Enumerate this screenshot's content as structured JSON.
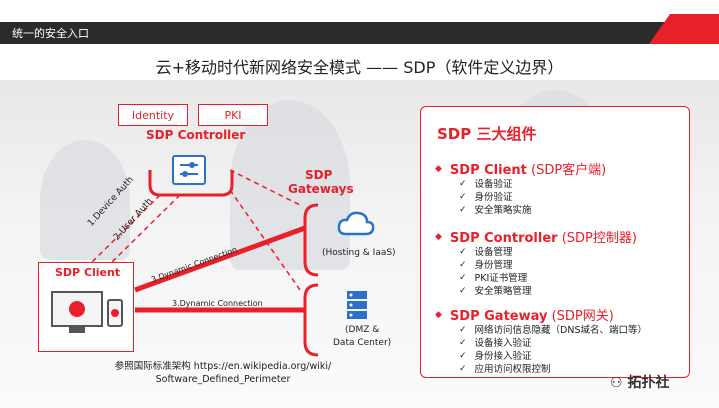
{
  "header": {
    "title": "统一的安全入口"
  },
  "slide": {
    "title": "云+移动时代新网络安全模式 —— SDP（软件定义边界）"
  },
  "diagram": {
    "identity": "Identity",
    "pki": "PKI",
    "controller": "SDP Controller",
    "gateways_line1": "SDP",
    "gateways_line2": "Gateways",
    "client": "SDP Client",
    "device_auth": "1.Device Auth",
    "user_auth": "2.User Auth",
    "dyn_conn_1": "3.Dynamic Connection",
    "dyn_conn_2": "3.Dynamic Connection",
    "hosting": "(Hosting & IaaS)",
    "dmz_line1": "(DMZ &",
    "dmz_line2": "Data Center)"
  },
  "panel": {
    "title": "SDP 三大组件",
    "groups": [
      {
        "name": "SDP Client",
        "suffix": " (SDP客户端)",
        "items": [
          "设备验证",
          "身份验证",
          "安全策略实施"
        ]
      },
      {
        "name": "SDP Controller",
        "suffix": " (SDP控制器)",
        "items": [
          "设备管理",
          "身份管理",
          "PKI证书管理",
          "安全策略管理"
        ]
      },
      {
        "name": "SDP Gateway",
        "suffix": " (SDP网关)",
        "items": [
          "网络访问信息隐藏（DNS域名、端口等）",
          "设备接入验证",
          "身份接入验证",
          "应用访问权限控制"
        ]
      }
    ]
  },
  "footnote": {
    "line1": "参照国际标准架构 https://en.wikipedia.org/wiki/",
    "line2": "Software_Defined_Perimeter"
  },
  "watermark": {
    "text": "拓扑社"
  },
  "colors": {
    "accent": "#e8202a",
    "dark": "#2b2b2b",
    "icon_blue": "#2a72c8"
  }
}
